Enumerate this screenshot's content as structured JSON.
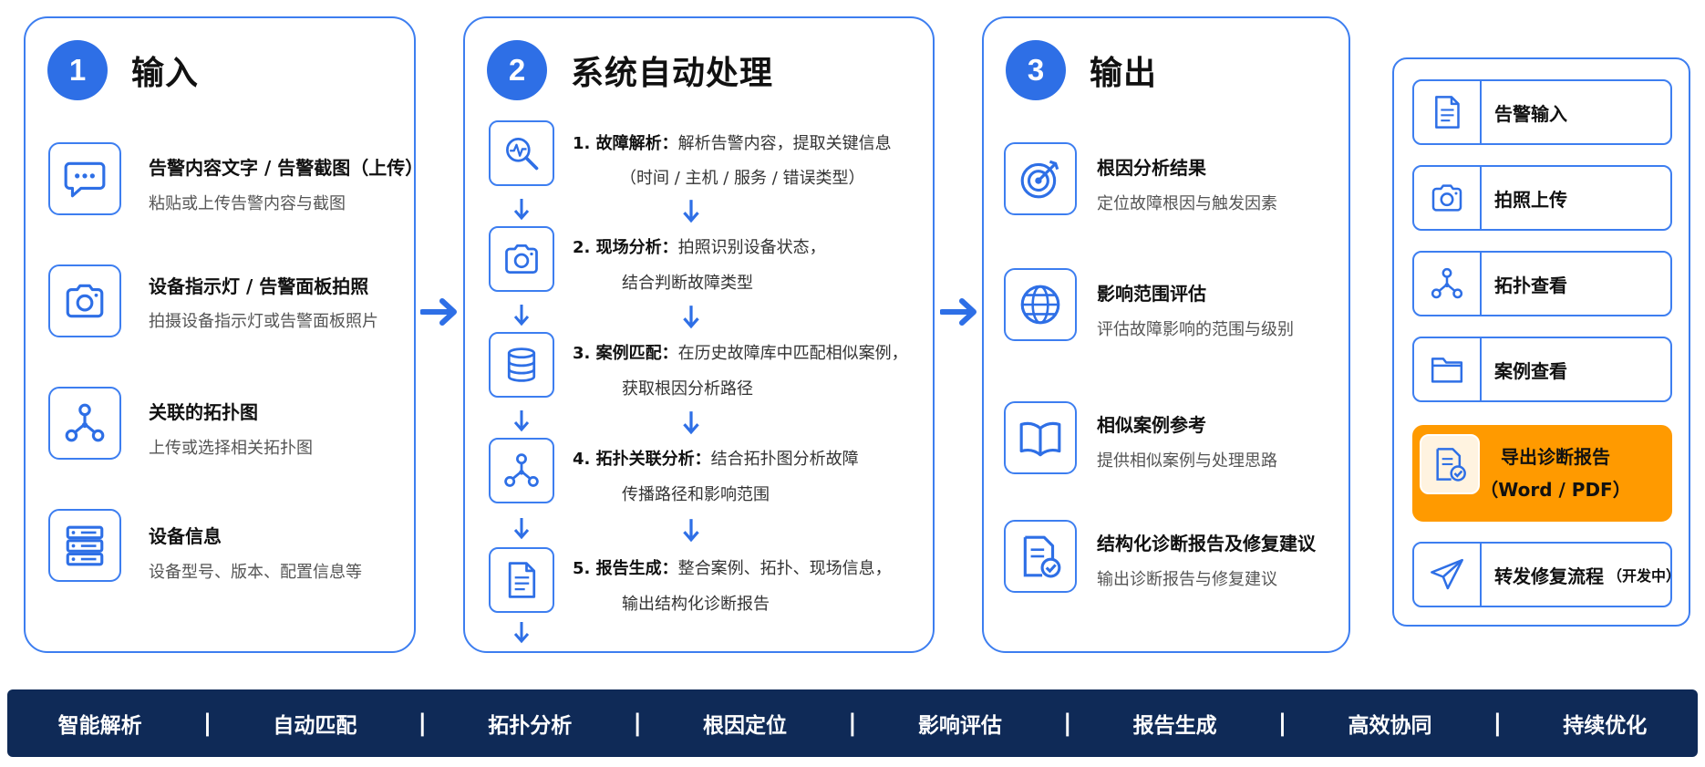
{
  "colors": {
    "accent": "#2e6fe6",
    "border": "#3d7ef0",
    "primary_button": "#ff9a00",
    "footer": "#0f2a57"
  },
  "input_panel": {
    "number": "1",
    "title": "输入",
    "items": [
      {
        "icon": "chat-bubble-icon",
        "title": "告警内容文字 / 告警截图（上传）",
        "desc": "粘贴或上传告警内容与截图"
      },
      {
        "icon": "camera-icon",
        "title": "设备指示灯 / 告警面板拍照",
        "desc": "拍摄设备指示灯或告警面板照片"
      },
      {
        "icon": "topology-icon",
        "title": "关联的拓扑图",
        "desc": "上传或选择相关拓扑图"
      },
      {
        "icon": "server-icon",
        "title": "设备信息",
        "desc": "设备型号、版本、配置信息等"
      }
    ]
  },
  "process_panel": {
    "number": "2",
    "title": "系统自动处理",
    "steps": [
      {
        "icon": "search-pulse-icon",
        "label": "1. 故障解析：",
        "text1": "解析告警内容，提取关键信息",
        "text2": "（时间 / 主机 / 服务 / 错误类型）"
      },
      {
        "icon": "camera-icon",
        "label": "2. 现场分析：",
        "text1": "拍照识别设备状态，",
        "text2": "结合判断故障类型"
      },
      {
        "icon": "database-icon",
        "label": "3. 案例匹配：",
        "text1": "在历史故障库中匹配相似案例，",
        "text2": "获取根因分析路径"
      },
      {
        "icon": "topology-icon",
        "label": "4. 拓扑关联分析：",
        "text1": "结合拓扑图分析故障",
        "text2": "传播路径和影响范围"
      },
      {
        "icon": "document-icon",
        "label": "5. 报告生成：",
        "text1": "整合案例、拓扑、现场信息，",
        "text2": "输出结构化诊断报告"
      }
    ]
  },
  "output_panel": {
    "number": "3",
    "title": "输出",
    "items": [
      {
        "icon": "target-icon",
        "title": "根因分析结果",
        "desc": "定位故障根因与触发因素"
      },
      {
        "icon": "globe-icon",
        "title": "影响范围评估",
        "desc": "评估故障影响的范围与级别"
      },
      {
        "icon": "book-icon",
        "title": "相似案例参考",
        "desc": "提供相似案例与处理思路"
      },
      {
        "icon": "report-check-icon",
        "title": "结构化诊断报告及修复建议",
        "desc": "输出诊断报告与修复建议"
      }
    ]
  },
  "actions": {
    "alert_input": "告警输入",
    "photo_upload": "拍照上传",
    "topology_view": "拓扑查看",
    "case_view": "案例查看",
    "export_report_line1": "导出诊断报告",
    "export_report_line2": "（Word / PDF）",
    "forward_fix": "转发修复流程",
    "forward_fix_note": "（开发中）"
  },
  "footer": [
    "智能解析",
    "自动匹配",
    "拓扑分析",
    "根因定位",
    "影响评估",
    "报告生成",
    "高效协同",
    "持续优化"
  ]
}
